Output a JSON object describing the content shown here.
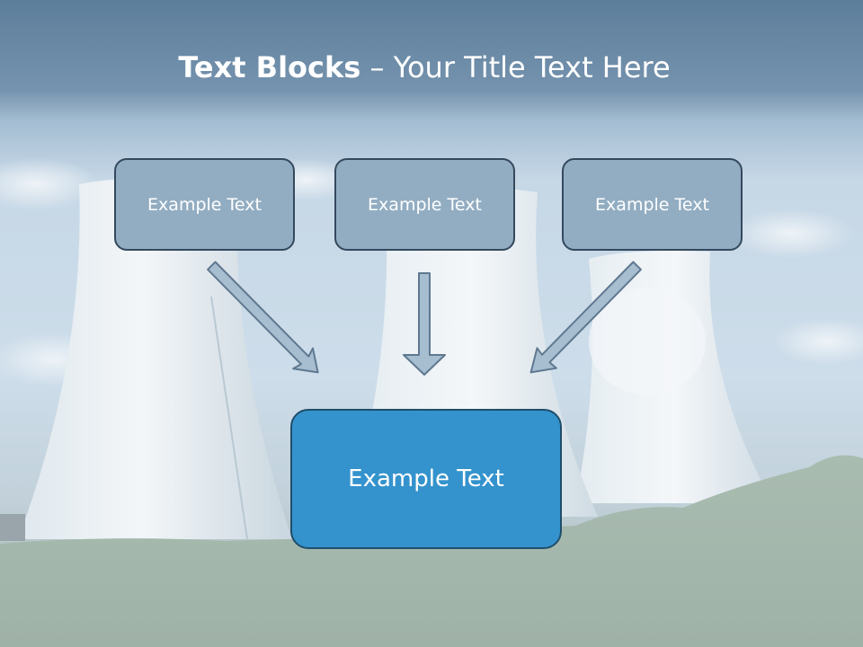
{
  "title": {
    "bold": "Text Blocks",
    "dash": " – ",
    "rest": "Your Title Text Here"
  },
  "blocks": {
    "top": [
      "Example Text",
      "Example Text",
      "Example Text"
    ],
    "bottom": "Example Text"
  },
  "colors": {
    "box_fill": "#92adc2",
    "box_border": "#34495e",
    "main_box_fill": "#3493cd",
    "arrow_fill": "#a7bed0",
    "arrow_stroke": "#5f7890"
  }
}
